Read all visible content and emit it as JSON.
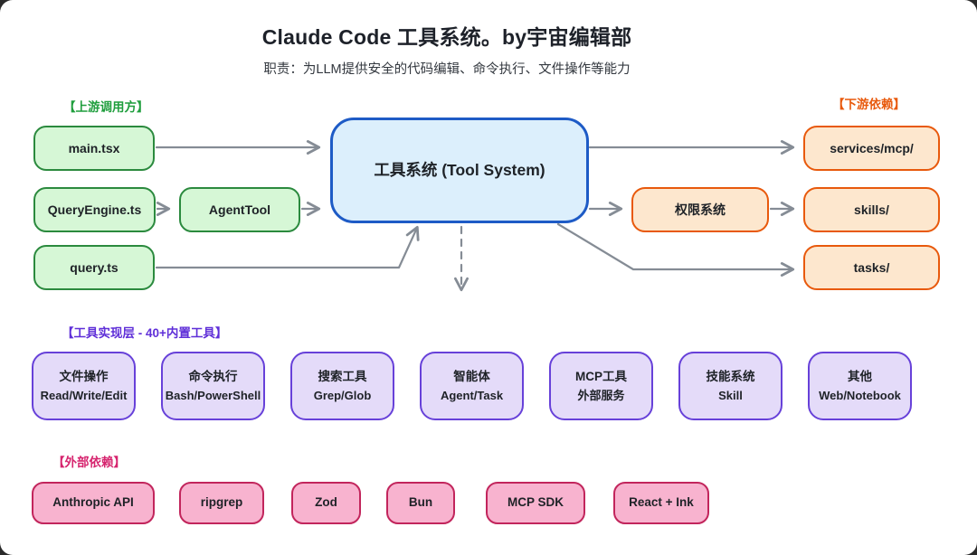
{
  "header": {
    "title": "Claude Code 工具系统。by宇宙编辑部",
    "subtitle": "职责：为LLM提供安全的代码编辑、命令执行、文件操作等能力"
  },
  "section_labels": {
    "upstream": "【上游调用方】",
    "downstream": "【下游依赖】",
    "tools_layer": "【工具实现层 - 40+内置工具】",
    "external": "【外部依赖】"
  },
  "nodes": {
    "main_tsx": "main.tsx",
    "query_engine_ts": "QueryEngine.ts",
    "agent_tool": "AgentTool",
    "query_ts": "query.ts",
    "tool_system": "工具系统 (Tool System)",
    "permission_system": "权限系统",
    "services_mcp": "services/mcp/",
    "skills": "skills/",
    "tasks": "tasks/"
  },
  "tool_boxes": [
    {
      "title": "文件操作",
      "subtitle": "Read/Write/Edit"
    },
    {
      "title": "命令执行",
      "subtitle": "Bash/PowerShell"
    },
    {
      "title": "搜索工具",
      "subtitle": "Grep/Glob"
    },
    {
      "title": "智能体",
      "subtitle": "Agent/Task"
    },
    {
      "title": "MCP工具",
      "subtitle": "外部服务"
    },
    {
      "title": "技能系统",
      "subtitle": "Skill"
    },
    {
      "title": "其他",
      "subtitle": "Web/Notebook"
    }
  ],
  "external_boxes": [
    {
      "label": "Anthropic API"
    },
    {
      "label": "ripgrep"
    },
    {
      "label": "Zod"
    },
    {
      "label": "Bun"
    },
    {
      "label": "MCP SDK"
    },
    {
      "label": "React + Ink"
    }
  ],
  "colors": {
    "upstream_border": "#2b8a3e",
    "upstream_fill": "#d6f7d6",
    "upstream_label": "#1f9e3d",
    "core_border": "#1e5bc6",
    "core_fill": "#dceffc",
    "downstream_border": "#e8590c",
    "downstream_fill": "#fde7ce",
    "tools_border": "#6741d9",
    "tools_fill": "#e4dbf9",
    "tools_label": "#5f2fd8",
    "external_border": "#c2255c",
    "external_fill": "#f8b3cf",
    "external_label": "#d6246e",
    "arrow": "#858c95"
  }
}
